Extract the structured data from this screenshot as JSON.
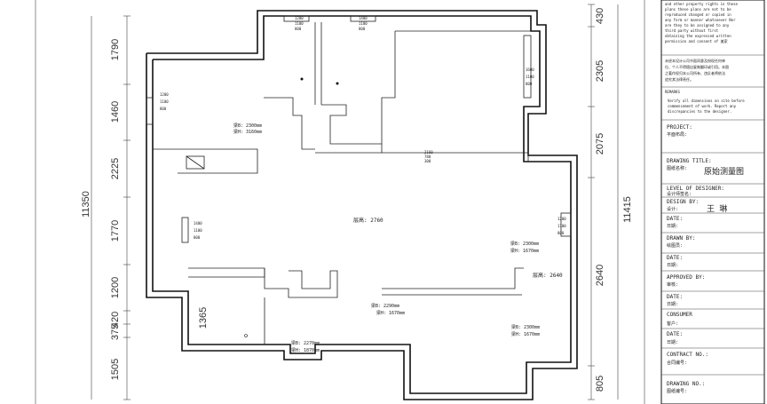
{
  "dimensions": {
    "left": [
      "1790",
      "1460",
      "2225",
      "1770",
      "1200",
      "420",
      "375",
      "1505"
    ],
    "left_total": "11350",
    "inner": "1365",
    "right": [
      "430",
      "2305",
      "2075",
      "2640",
      "805"
    ],
    "right_total": "11415"
  },
  "annotations": {
    "living": "层高: 2760",
    "kitchen": "层高: 2640",
    "room_a": [
      "梁B: 2300mm",
      "梁H: 3160mm"
    ],
    "room_b": [
      "梁B: 2300mm",
      "梁H: 1670mm"
    ],
    "room_c": [
      "梁B: 2290mm",
      "梁H: 1670mm"
    ],
    "room_d": [
      "梁B: 2300mm",
      "梁H: 1670mm"
    ],
    "room_e": [
      "梁B: 2270mm",
      "梁H: 1870mm"
    ],
    "window_tags": [
      "1200",
      "1100",
      "800",
      "1400",
      "1600"
    ],
    "small_note": [
      "2160",
      "780",
      "300"
    ]
  },
  "title_block": {
    "notes": [
      "and other property rights in these",
      "plans these plans are not to be",
      "reproduced changed or copied in",
      "any form or manner whatsoever Nor",
      "are they to be assigned to any",
      "third party without first",
      "obtaining the expressed written",
      "permission and consent of 美家"
    ],
    "cn_notes": [
      "未经本设计公司书面同意及授权任何单",
      "位、个人不得擅自复制翻印或引用。本图",
      "之著作权归本公司所有、违反者将依法",
      "追究其法律责任。"
    ],
    "remarks_label": "REMARKS",
    "remarks": [
      "Verify all dimensions on site before",
      "commencement of work. Report any",
      "discrepancies to the designer."
    ],
    "project_label": "PROJECT:",
    "project_value": "平面布局:",
    "drawing_title_label": "DRAWING TITLE:",
    "drawing_title_value": "图纸名称:",
    "drawing_title_main": "原始测量图",
    "level_label": "LEVEL OF DESIGNER:",
    "level_value": "设计师签名:",
    "design_label": "DESIGN BY:",
    "design_value": "设计:",
    "design_name": "王 琳",
    "date1_label": "DATE:",
    "date1_value": "日期:",
    "drawn_label": "DRAWN BY:",
    "drawn_value": "绘图员:",
    "date2_label": "DATE:",
    "date2_value": "日期:",
    "approved_label": "APPROVED BY:",
    "approved_value": "审核:",
    "date3_label": "DATE:",
    "date3_value": "日期:",
    "consumer_label": "CONSUMER",
    "consumer_value": "客户:",
    "cdate_label": "DATE:",
    "cdate_value": "日期:",
    "contract_label": "CONTRACT NO.:",
    "contract_value": "合同编号:",
    "drawing_no_label": "DRAWING NO.:",
    "drawing_no_value": "图纸编号:"
  }
}
